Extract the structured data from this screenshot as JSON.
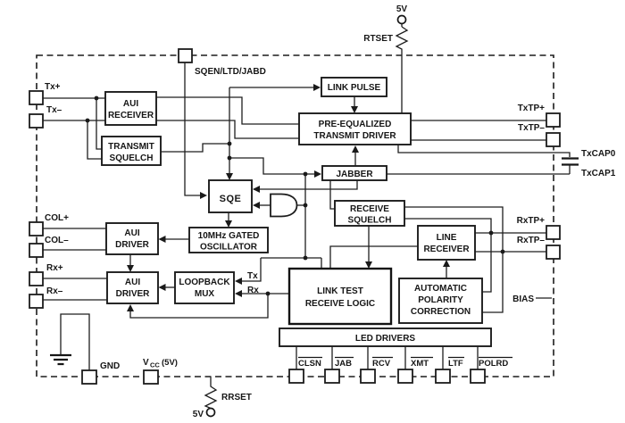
{
  "diagram": {
    "blocks": {
      "aui_receiver": [
        "AUI",
        "RECEIVER"
      ],
      "transmit_squelch": [
        "TRANSMIT",
        "SQUELCH"
      ],
      "sqe": [
        "SQE"
      ],
      "link_pulse": [
        "LINK PULSE"
      ],
      "transmit_driver": [
        "PRE-EQUALIZED",
        "TRANSMIT DRIVER"
      ],
      "jabber": [
        "JABBER"
      ],
      "receive_squelch": [
        "RECEIVE",
        "SQUELCH"
      ],
      "line_receiver": [
        "LINE",
        "RECEIVER"
      ],
      "oscillator": [
        "10MHz GATED",
        "OSCILLATOR"
      ],
      "aui_driver_col": [
        "AUI",
        "DRIVER"
      ],
      "aui_driver_rx": [
        "AUI",
        "DRIVER"
      ],
      "loopback_mux": [
        "LOOPBACK",
        "MUX"
      ],
      "link_test": [
        "LINK TEST",
        "RECEIVE LOGIC"
      ],
      "polarity": [
        "AUTOMATIC",
        "POLARITY",
        "CORRECTION"
      ],
      "led_drivers": [
        "LED DRIVERS"
      ]
    },
    "pins": {
      "tx_plus": "Tx+",
      "tx_minus": "Tx–",
      "col_plus": "COL+",
      "col_minus": "COL–",
      "rx_plus": "Rx+",
      "rx_minus": "Rx–",
      "sqen": "SQEN/LTD/JABD",
      "txtp_plus": "TxTP+",
      "txtp_minus": "TxTP–",
      "txcap0": "TxCAP0",
      "txcap1": "TxCAP1",
      "rxtp_plus": "RxTP+",
      "rxtp_minus": "RxTP–",
      "bias": "BIAS",
      "gnd": "GND",
      "led_pins": [
        "CLSN",
        "JAB",
        "RCV",
        "XMT",
        "LTF",
        "POLRD"
      ]
    },
    "power": {
      "v5_top": "5V",
      "rtset": "RTSET",
      "rrset": "RRSET",
      "v5_bottom": "5V",
      "vcc_v": "V",
      "vcc_sub": "CC",
      "vcc_rail": "(5V)"
    },
    "signals": {
      "tx": "Tx",
      "rx": "Rx"
    }
  }
}
